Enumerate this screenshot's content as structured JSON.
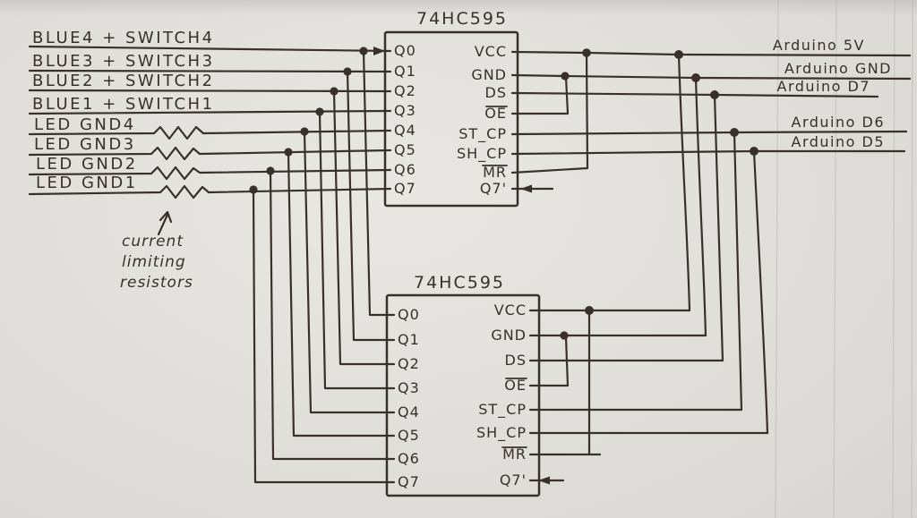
{
  "colors": {
    "ink": "#39302b",
    "paper-light": "#e9e7e3",
    "paper-mid": "#dbd9d5",
    "paper-dark": "#c7c5c1"
  },
  "left_inputs": [
    {
      "label": "BLUE4 + SWITCH4",
      "resistor": false
    },
    {
      "label": "BLUE3 + SWITCH3",
      "resistor": false
    },
    {
      "label": "BLUE2 + SWITCH2",
      "resistor": false
    },
    {
      "label": "BLUE1 + SWITCH1",
      "resistor": false
    },
    {
      "label": "LED GND4",
      "resistor": true
    },
    {
      "label": "LED GND3",
      "resistor": true
    },
    {
      "label": "LED GND2",
      "resistor": true
    },
    {
      "label": "LED GND1",
      "resistor": true
    }
  ],
  "annotation_lines": [
    "current",
    "limiting",
    "resistors"
  ],
  "chips": [
    {
      "title": "74HC595",
      "left_pins": [
        "Q0",
        "Q1",
        "Q2",
        "Q3",
        "Q4",
        "Q5",
        "Q6",
        "Q7"
      ],
      "right_pins": [
        {
          "label": "VCC",
          "overline": false
        },
        {
          "label": "GND",
          "overline": false
        },
        {
          "label": "DS",
          "overline": false
        },
        {
          "label": "OE",
          "overline": true
        },
        {
          "label": "ST_CP",
          "overline": false
        },
        {
          "label": "SH_CP",
          "overline": false
        },
        {
          "label": "MR",
          "overline": true
        },
        {
          "label": "Q7'",
          "overline": false
        }
      ]
    },
    {
      "title": "74HC595",
      "left_pins": [
        "Q0",
        "Q1",
        "Q2",
        "Q3",
        "Q4",
        "Q5",
        "Q6",
        "Q7"
      ],
      "right_pins": [
        {
          "label": "VCC",
          "overline": false
        },
        {
          "label": "GND",
          "overline": false
        },
        {
          "label": "DS",
          "overline": false
        },
        {
          "label": "OE",
          "overline": true
        },
        {
          "label": "ST_CP",
          "overline": false
        },
        {
          "label": "SH_CP",
          "overline": false
        },
        {
          "label": "MR",
          "overline": true
        },
        {
          "label": "Q7'",
          "overline": false
        }
      ]
    }
  ],
  "arduino_labels": [
    "Arduino 5V",
    "Arduino GND",
    "Arduino D7",
    "Arduino D6",
    "Arduino D5"
  ]
}
